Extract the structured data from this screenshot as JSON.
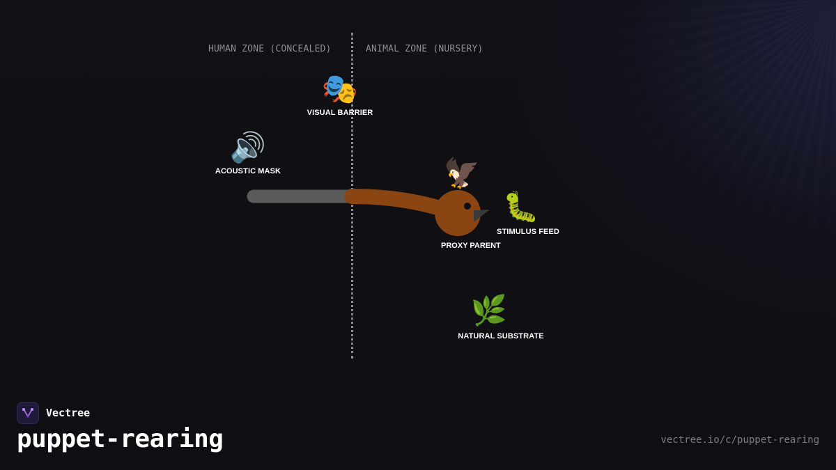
{
  "zones": {
    "human": "HUMAN ZONE (CONCEALED)",
    "animal": "ANIMAL ZONE (NURSERY)"
  },
  "nodes": {
    "visual_barrier": {
      "icon": "theater-masks-icon",
      "glyph": "🎭",
      "label": "VISUAL BARRIER"
    },
    "acoustic_mask": {
      "icon": "speaker-icon",
      "glyph": "🔊",
      "label": "ACOUSTIC MASK"
    },
    "proxy_parent": {
      "icon": "eagle-icon",
      "glyph": "🦅",
      "label": "PROXY PARENT"
    },
    "stimulus_feed": {
      "icon": "caterpillar-icon",
      "glyph": "🐛",
      "label": "STIMULUS FEED"
    },
    "natural_substrate": {
      "icon": "herb-icon",
      "glyph": "🌿",
      "label": "NATURAL SUBSTRATE"
    }
  },
  "colors": {
    "background": "#0f0f13",
    "puppet": "#8b4513",
    "rod": "#5a5a5a",
    "beak": "#3a3a3a",
    "divider": "#8a8a92"
  },
  "brand": {
    "name": "Vectree",
    "logo_icon": "vectree-logo-icon"
  },
  "title": "puppet-rearing",
  "url": "vectree.io/c/puppet-rearing"
}
